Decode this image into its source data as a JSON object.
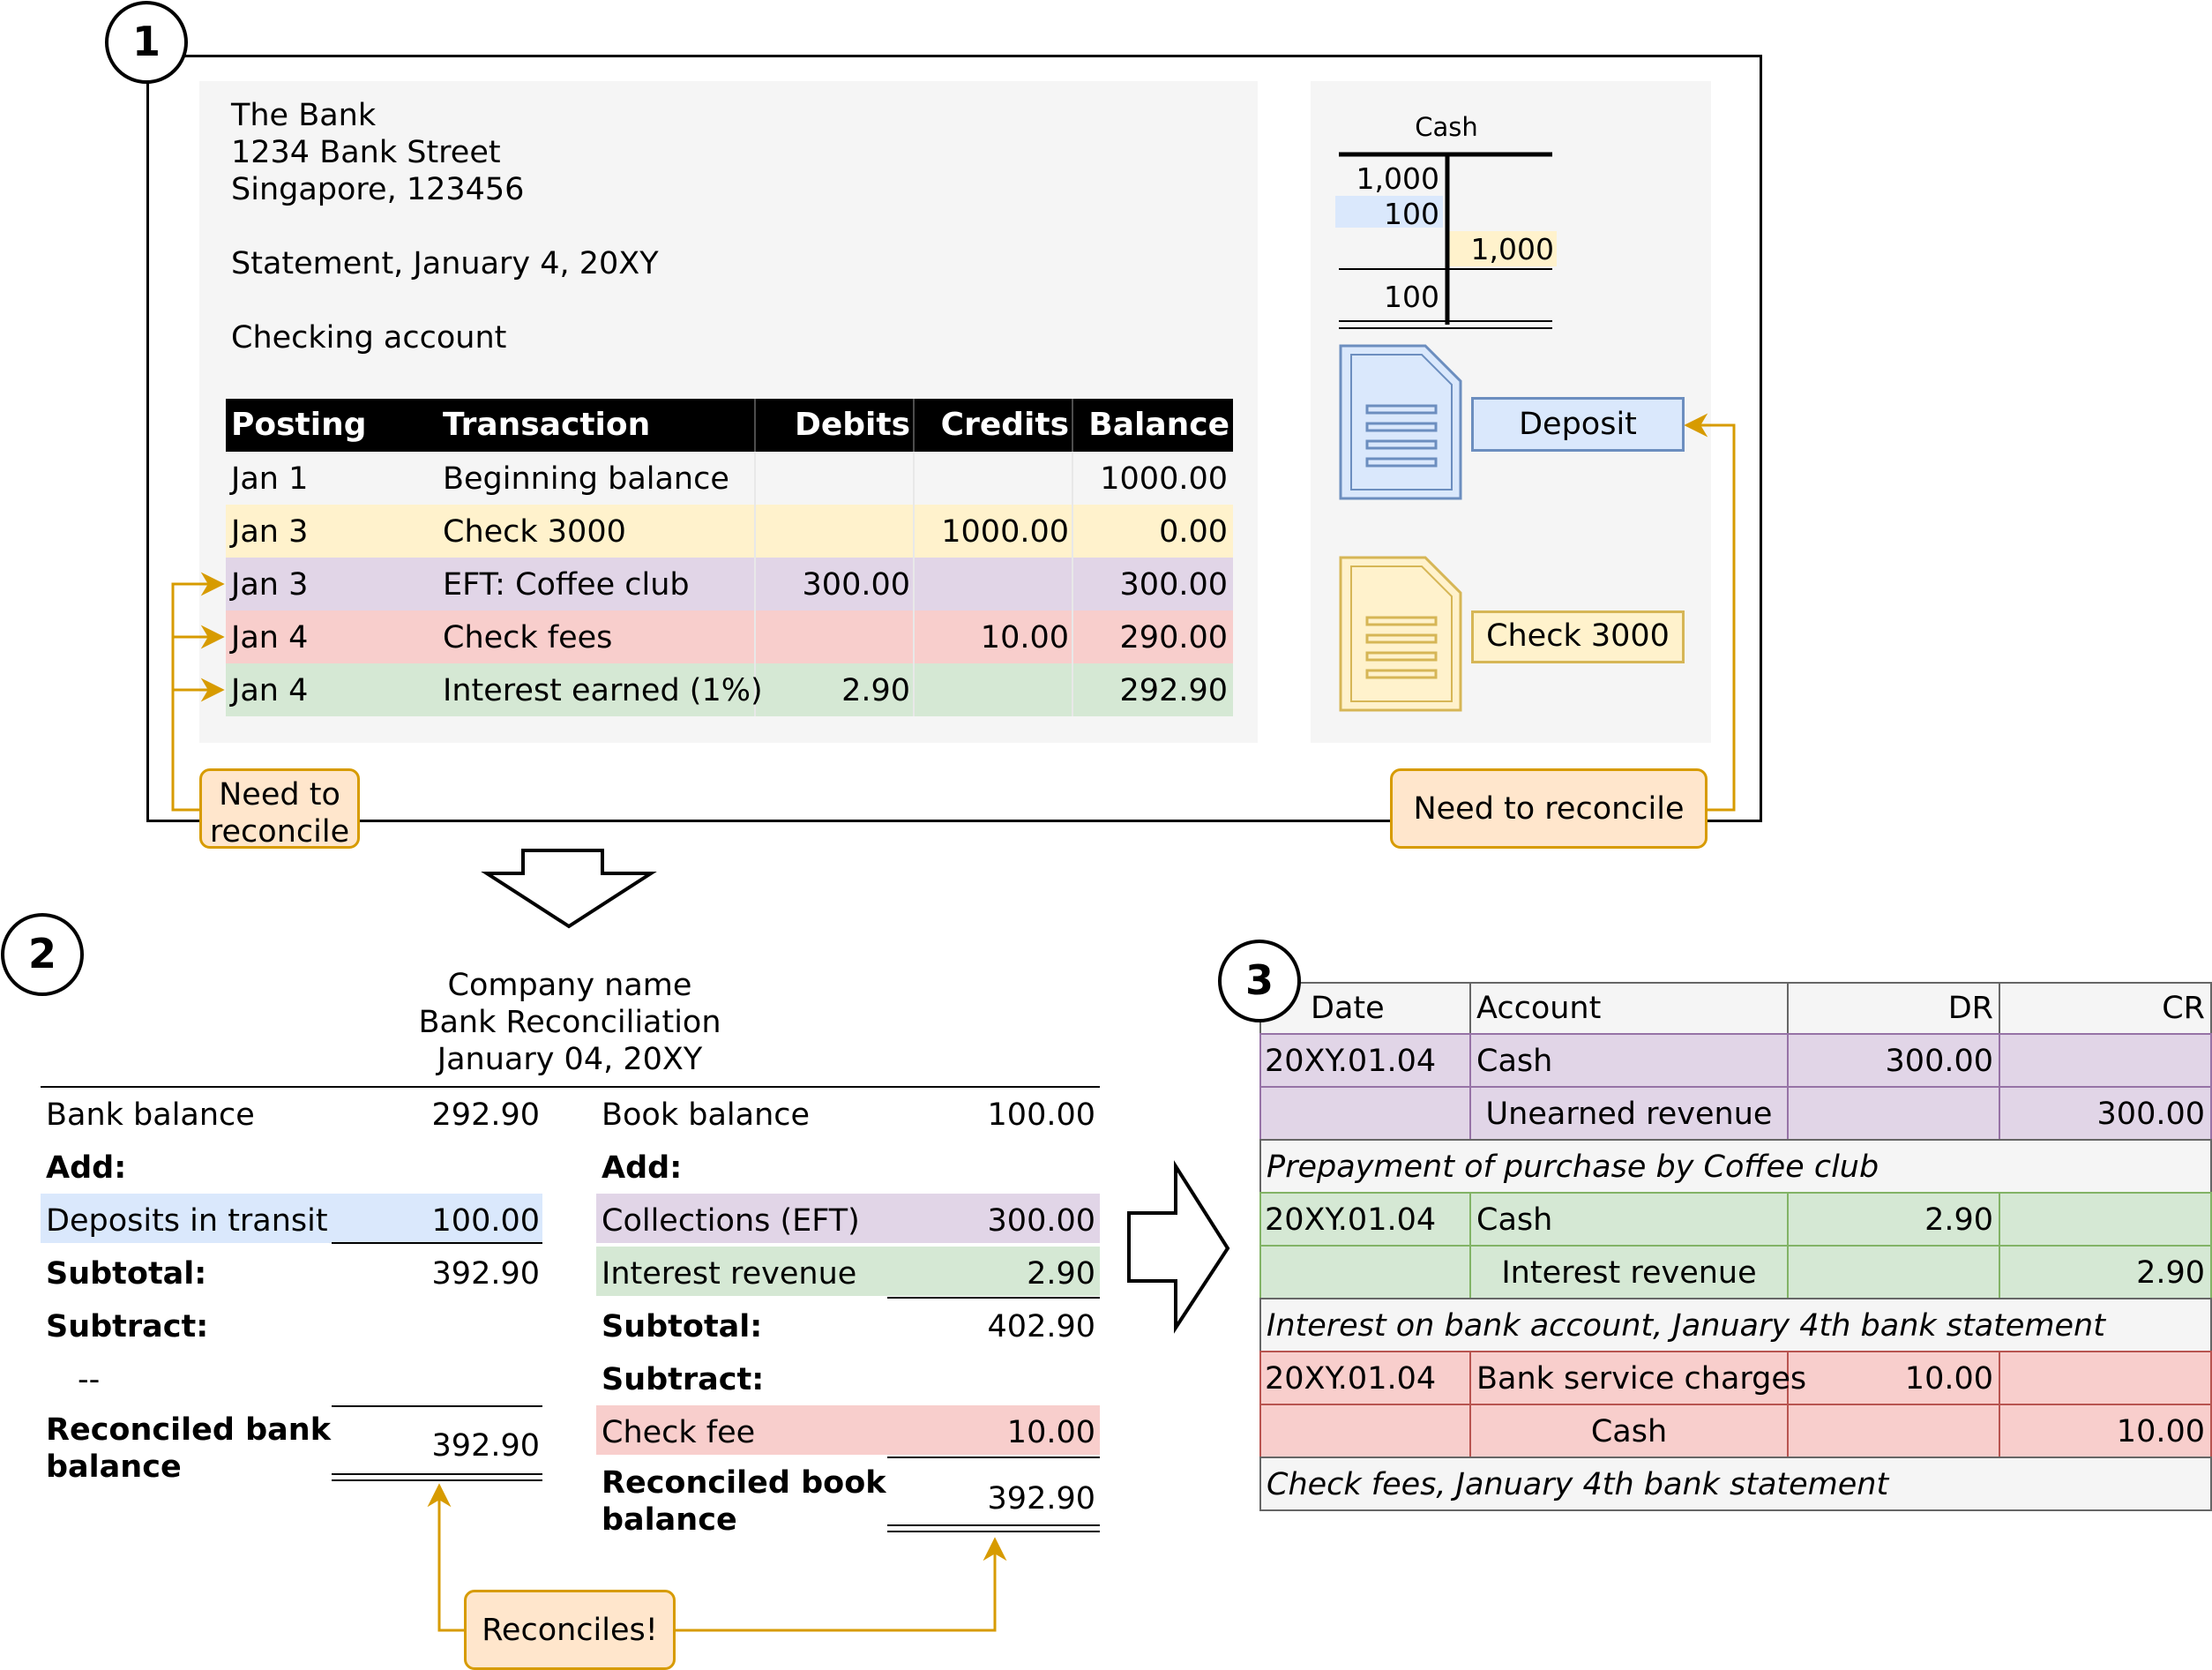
{
  "colors": {
    "panel_gray": "#f5f5f5",
    "blue_fill": "#dae8fc",
    "blue_stroke": "#6c8ebf",
    "yellow_fill": "#fff2cc",
    "yellow_stroke": "#d6b656",
    "purple_fill": "#e1d5e7",
    "purple_stroke": "#9673a6",
    "red_fill": "#f8cecc",
    "red_stroke": "#b85450",
    "green_fill": "#d5e8d4",
    "green_stroke": "#82b366",
    "orange_fill": "#ffe6cc",
    "orange_stroke": "#d79b00",
    "header_black": "#000000"
  },
  "steps": [
    "1",
    "2",
    "3"
  ],
  "statement": {
    "bank_name": "The Bank",
    "address_line": "1234 Bank Street",
    "city_line": "Singapore, 123456",
    "statement_date": "Statement, January 4, 20XY",
    "account_type": "Checking account",
    "headers": [
      "Posting",
      "Transaction",
      "Debits",
      "Credits",
      "Balance"
    ],
    "rows": [
      {
        "posting": "Jan 1",
        "transaction": "Beginning balance",
        "debits": "",
        "credits": "",
        "balance": "1000.00"
      },
      {
        "posting": "Jan 3",
        "transaction": "Check 3000",
        "debits": "",
        "credits": "1000.00",
        "balance": "0.00"
      },
      {
        "posting": "Jan 3",
        "transaction": "EFT: Coffee club",
        "debits": "300.00",
        "credits": "",
        "balance": "300.00"
      },
      {
        "posting": "Jan 4",
        "transaction": "Check fees",
        "debits": "",
        "credits": "10.00",
        "balance": "290.00"
      },
      {
        "posting": "Jan 4",
        "transaction": "Interest earned (1%)",
        "debits": "2.90",
        "credits": "",
        "balance": "292.90"
      }
    ]
  },
  "t_account": {
    "title": "Cash",
    "left_entries": [
      "1,000",
      "100"
    ],
    "right_entries": [
      "1,000"
    ],
    "total": "100"
  },
  "docs": {
    "deposit_label": "Deposit",
    "check_label": "Check 3000"
  },
  "callouts": {
    "reconcile_left": "Need to\nreconcile",
    "reconcile_right": "Need to reconcile",
    "reconciles": "Reconciles!"
  },
  "reconciliation": {
    "company": "Company name",
    "title": "Bank Reconciliation",
    "date": "January 04, 20XY",
    "bank": {
      "balance_label": "Bank balance",
      "balance_value": "292.90",
      "add_label": "Add:",
      "dit_label": "Deposits in transit",
      "dit_value": "100.00",
      "subtotal_label": "Subtotal:",
      "subtotal_value": "392.90",
      "subtract_label": "Subtract:",
      "dash": "--",
      "reconciled_label": "Reconciled bank\nbalance",
      "reconciled_value": "392.90"
    },
    "book": {
      "balance_label": "Book balance",
      "balance_value": "100.00",
      "add_label": "Add:",
      "collections_label": "Collections (EFT)",
      "collections_value": "300.00",
      "interest_label": "Interest revenue",
      "interest_value": "2.90",
      "subtotal_label": "Subtotal:",
      "subtotal_value": "402.90",
      "subtract_label": "Subtract:",
      "fee_label": "Check fee",
      "fee_value": "10.00",
      "reconciled_label": "Reconciled book\nbalance",
      "reconciled_value": "392.90"
    }
  },
  "journal": {
    "headers": [
      "Date",
      "Account",
      "DR",
      "CR"
    ],
    "rows": [
      {
        "date": "20XY.01.04",
        "account": "Cash",
        "dr": "300.00",
        "cr": ""
      },
      {
        "date": "",
        "account": "Unearned revenue",
        "dr": "",
        "cr": "300.00"
      },
      {
        "note": "Prepayment of purchase by Coffee club"
      },
      {
        "date": "20XY.01.04",
        "account": "Cash",
        "dr": "2.90",
        "cr": ""
      },
      {
        "date": "",
        "account": "Interest revenue",
        "dr": "",
        "cr": "2.90"
      },
      {
        "note": "Interest on bank account, January 4th bank statement"
      },
      {
        "date": "20XY.01.04",
        "account": "Bank service charges",
        "dr": "10.00",
        "cr": ""
      },
      {
        "date": "",
        "account": "Cash",
        "dr": "",
        "cr": "10.00"
      },
      {
        "note": "Check fees, January 4th bank statement"
      }
    ]
  }
}
